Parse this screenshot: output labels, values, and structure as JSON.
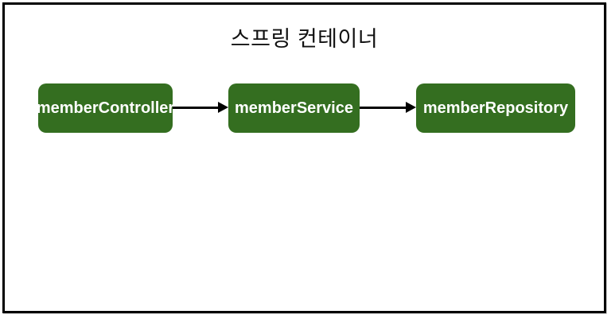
{
  "diagram": {
    "title": "스프링 컨테이너",
    "nodes": [
      {
        "id": "memberController",
        "label": "memberController"
      },
      {
        "id": "memberService",
        "label": "memberService"
      },
      {
        "id": "memberRepository",
        "label": "memberRepository"
      }
    ],
    "edges": [
      {
        "from": "memberController",
        "to": "memberService"
      },
      {
        "from": "memberService",
        "to": "memberRepository"
      }
    ],
    "colors": {
      "node_fill": "#346e20",
      "node_text": "#ffffff",
      "frame_border": "#000000",
      "arrow": "#000000",
      "background": "#ffffff"
    }
  }
}
